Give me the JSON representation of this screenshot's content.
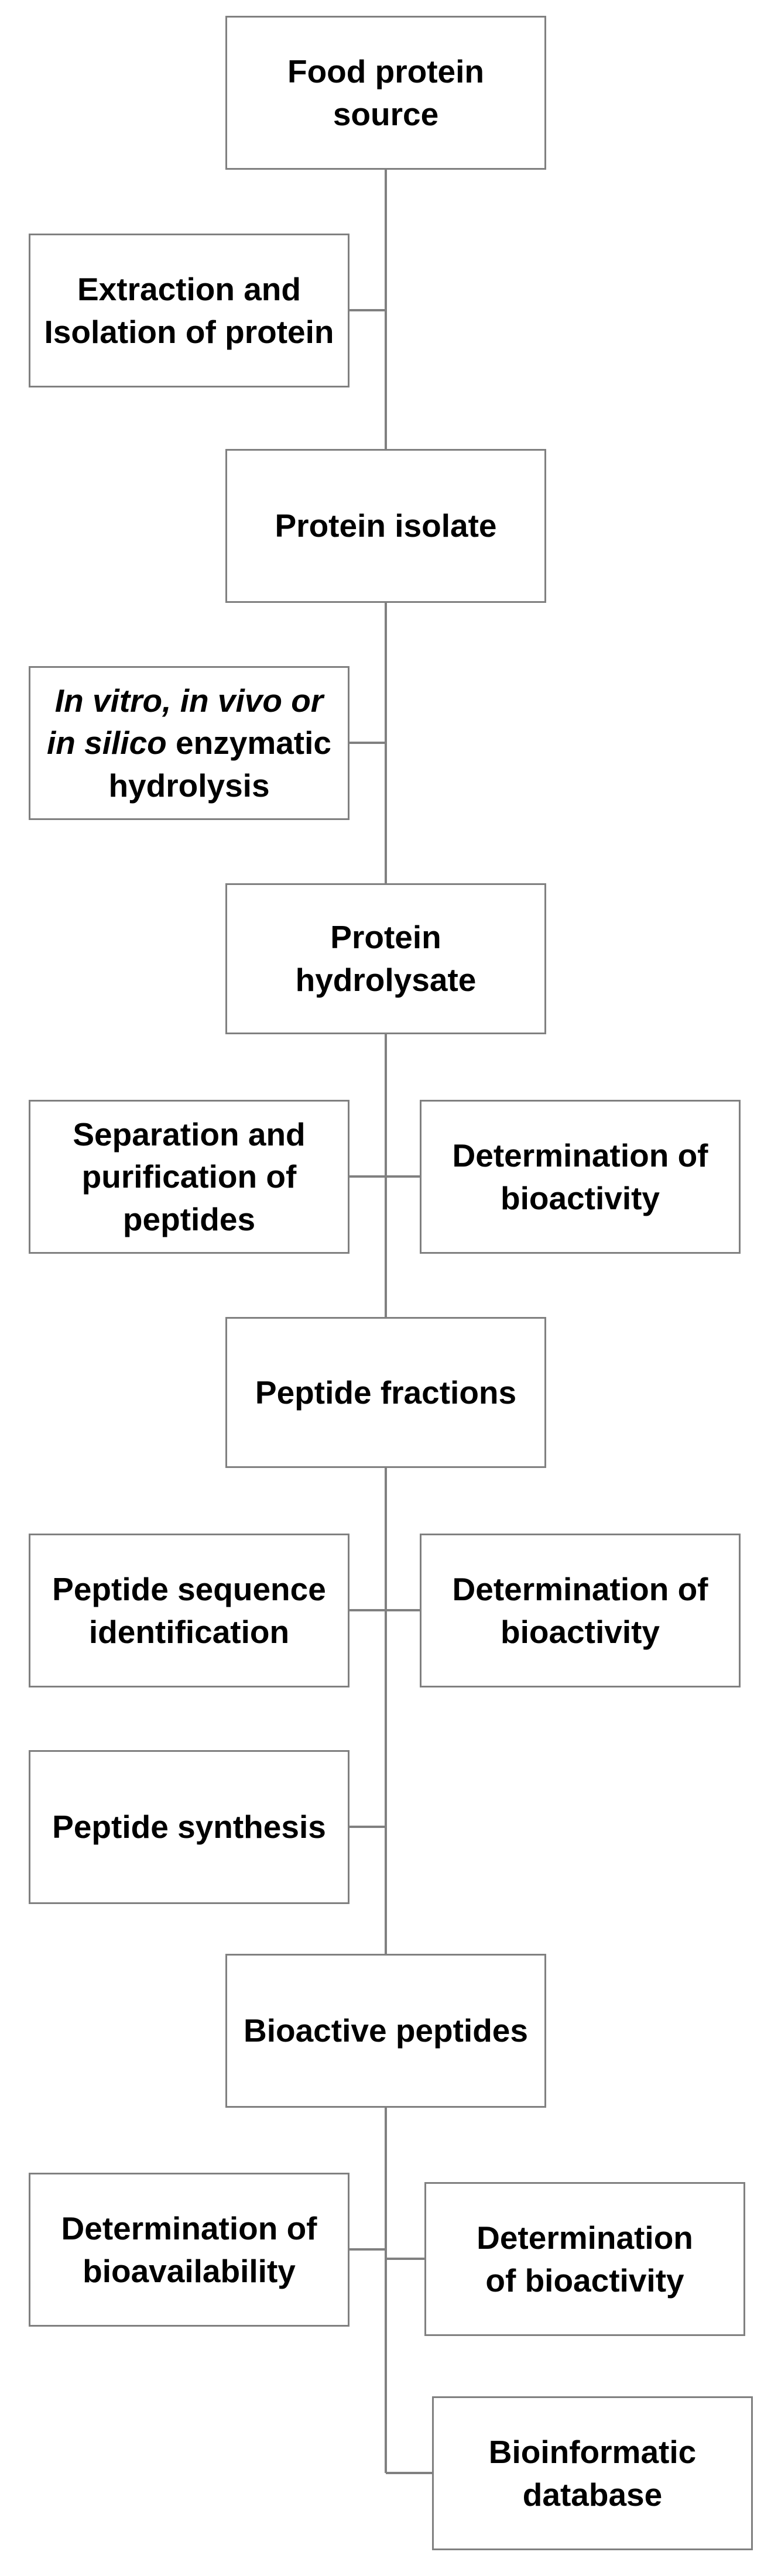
{
  "diagram": {
    "nodes": {
      "food_protein_source": [
        "Food protein",
        "source"
      ],
      "extraction": [
        "Extraction and",
        "Isolation of protein"
      ],
      "protein_isolate": [
        "Protein isolate"
      ],
      "hydrolysis": {
        "line1_italic": "In vitro, in vivo or",
        "line2_italic": "in silico",
        "line2_rest": " enzymatic",
        "line3": "hydrolysis"
      },
      "protein_hydrolysate": [
        "Protein",
        "hydrolysate"
      ],
      "separation": [
        "Separation and",
        "purification of",
        "peptides"
      ],
      "determination_bioactivity_1": [
        "Determination of",
        "bioactivity"
      ],
      "peptide_fractions": [
        "Peptide fractions"
      ],
      "sequence_identification": [
        "Peptide sequence",
        "identification"
      ],
      "determination_bioactivity_2": [
        "Determination of",
        "bioactivity"
      ],
      "peptide_synthesis": [
        "Peptide synthesis"
      ],
      "bioactive_peptides": [
        "Bioactive peptides"
      ],
      "determination_bioavailability": [
        "Determination of",
        "bioavailability"
      ],
      "determination_bioactivity_3": [
        "Determination",
        "of bioactivity"
      ],
      "bioinformatic_database": [
        "Bioinformatic",
        "database"
      ]
    }
  },
  "style": {
    "border_color": "#808080",
    "text_color": "#000000",
    "background": "#ffffff"
  }
}
